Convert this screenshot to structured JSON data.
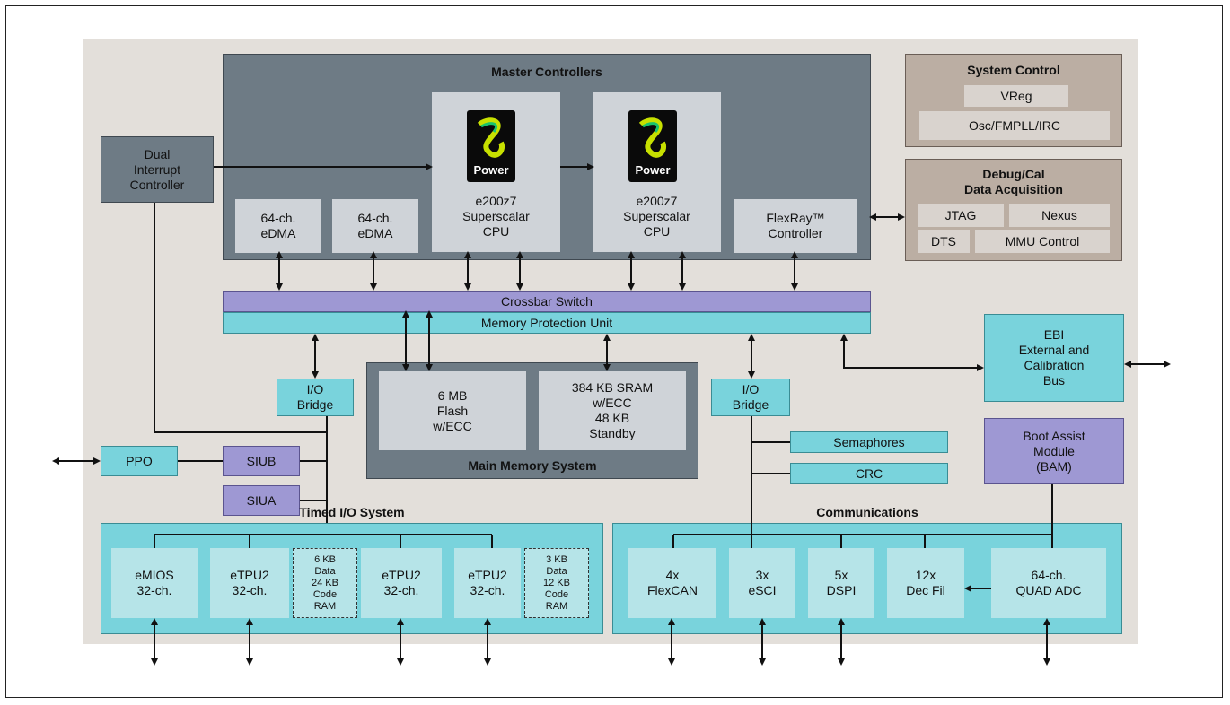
{
  "master": {
    "title": "Master Controllers",
    "edma1": "64-ch.\neDMA",
    "edma2": "64-ch.\neDMA",
    "cpu1": "e200z7\nSuperscalar\nCPU",
    "cpu2": "e200z7\nSuperscalar\nCPU",
    "flexray": "FlexRay™\nController",
    "logo_text": "Power"
  },
  "interrupt": "Dual\nInterrupt\nController",
  "system_control": {
    "title": "System Control",
    "vreg": "VReg",
    "osc": "Osc/FMPLL/IRC"
  },
  "debug": {
    "title": "Debug/Cal\nData Acquisition",
    "jtag": "JTAG",
    "nexus": "Nexus",
    "dts": "DTS",
    "mmu": "MMU Control"
  },
  "crossbar": "Crossbar Switch",
  "mpu": "Memory Protection Unit",
  "ebi": "EBI\nExternal and\nCalibration\nBus",
  "io_bridge_left": "I/O\nBridge",
  "io_bridge_right": "I/O\nBridge",
  "memory": {
    "title": "Main Memory System",
    "flash": "6 MB\nFlash\nw/ECC",
    "sram": "384 KB SRAM\nw/ECC\n48 KB\nStandby"
  },
  "semaphores": "Semaphores",
  "crc": "CRC",
  "bam": "Boot Assist\nModule\n(BAM)",
  "ppo": "PPO",
  "siub": "SIUB",
  "siua": "SIUA",
  "timed_io": {
    "title": "Timed I/O System",
    "emios": "eMIOS\n32-ch.",
    "etpu1": "eTPU2\n32-ch.",
    "ram1": "6 KB\nData\n24 KB\nCode\nRAM",
    "etpu2": "eTPU2\n32-ch.",
    "etpu3": "eTPU2\n32-ch.",
    "ram2": "3 KB\nData\n12 KB\nCode\nRAM"
  },
  "comms": {
    "title": "Communications",
    "flexcan": "4x\nFlexCAN",
    "esci": "3x\neSCI",
    "dspi": "5x\nDSPI",
    "decfil": "12x\nDec Fil",
    "adc": "64-ch.\nQUAD ADC"
  },
  "colors": {
    "master": "#6e7b85",
    "bus": "#9e98d3",
    "peripheral": "#79d3dc",
    "system": "#bbaea3"
  }
}
